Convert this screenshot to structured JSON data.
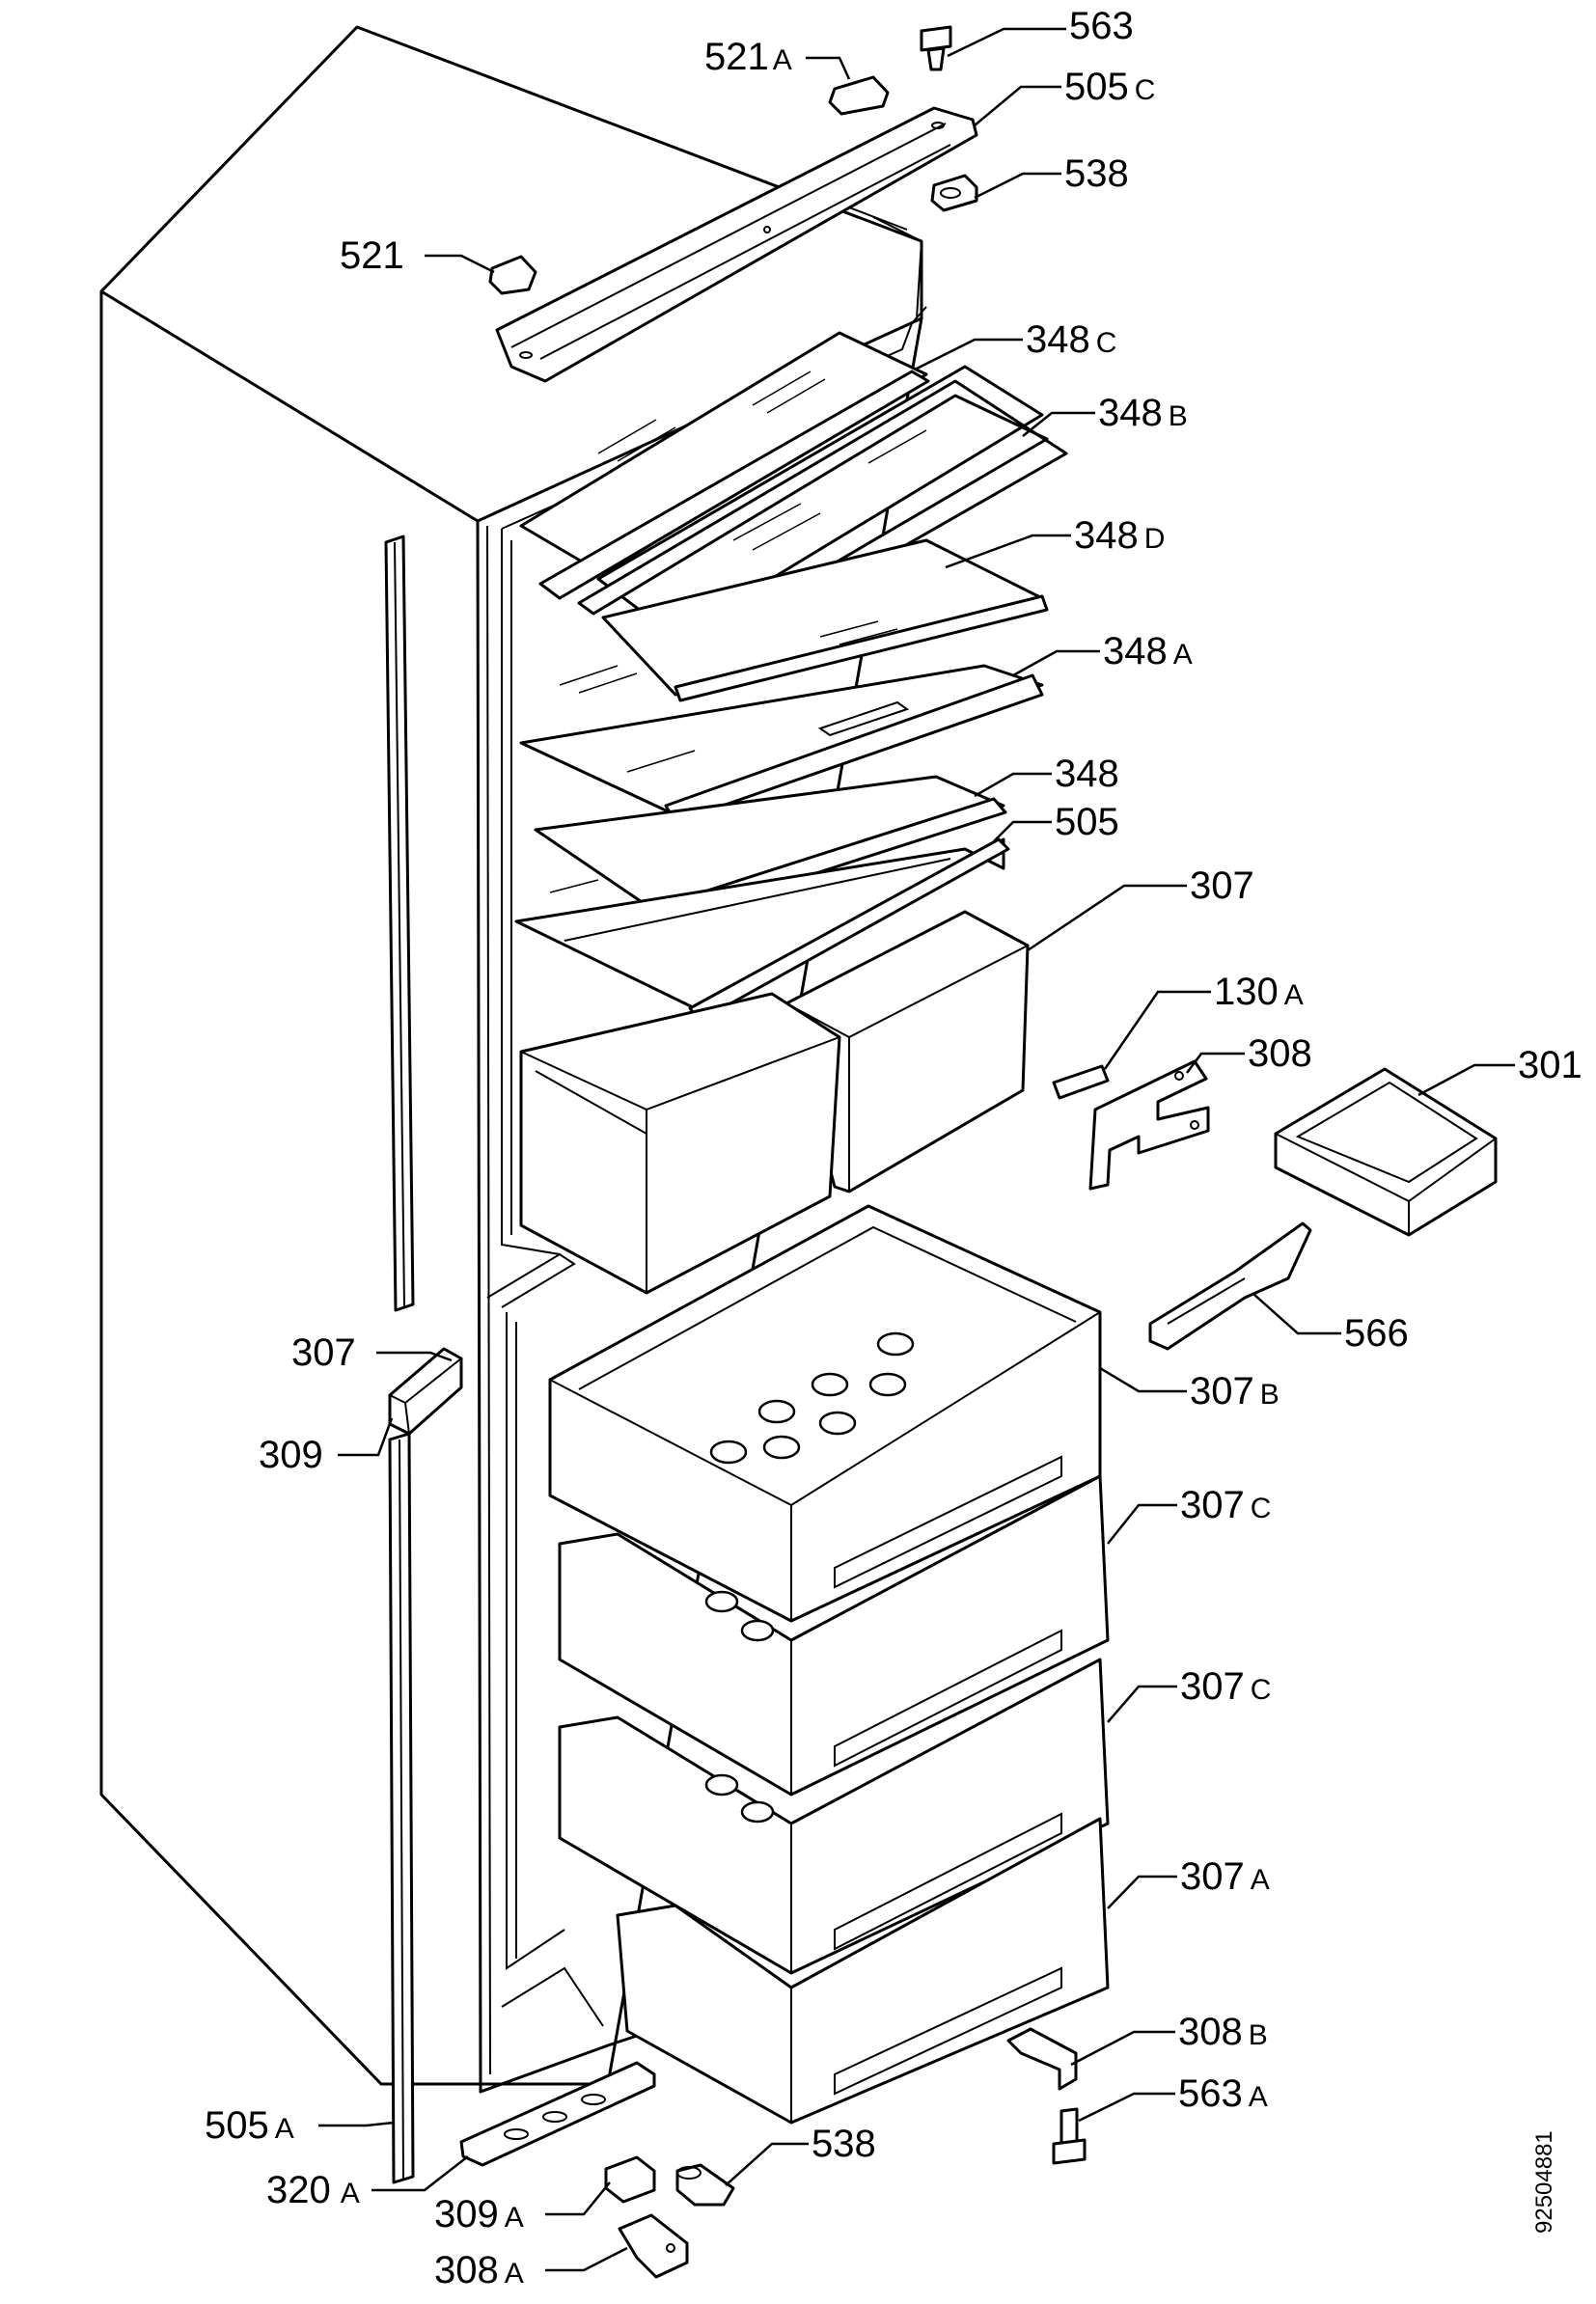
{
  "drawing_number": "92504881",
  "callouts": [
    {
      "id": "c563t",
      "num": "563",
      "suffix": ""
    },
    {
      "id": "c521a",
      "num": "521",
      "suffix": "A"
    },
    {
      "id": "c505c",
      "num": "505",
      "suffix": "C"
    },
    {
      "id": "c538t",
      "num": "538",
      "suffix": ""
    },
    {
      "id": "c521",
      "num": "521",
      "suffix": ""
    },
    {
      "id": "c348c",
      "num": "348",
      "suffix": "C"
    },
    {
      "id": "c348b",
      "num": "348",
      "suffix": "B"
    },
    {
      "id": "c348d",
      "num": "348",
      "suffix": "D"
    },
    {
      "id": "c348a",
      "num": "348",
      "suffix": "A"
    },
    {
      "id": "c348",
      "num": "348",
      "suffix": ""
    },
    {
      "id": "c505",
      "num": "505",
      "suffix": ""
    },
    {
      "id": "c307r",
      "num": "307",
      "suffix": ""
    },
    {
      "id": "c130a",
      "num": "130",
      "suffix": "A"
    },
    {
      "id": "c308",
      "num": "308",
      "suffix": ""
    },
    {
      "id": "c301",
      "num": "301",
      "suffix": ""
    },
    {
      "id": "c566",
      "num": "566",
      "suffix": ""
    },
    {
      "id": "c307l",
      "num": "307",
      "suffix": ""
    },
    {
      "id": "c307b",
      "num": "307",
      "suffix": "B"
    },
    {
      "id": "c309",
      "num": "309",
      "suffix": ""
    },
    {
      "id": "c307c1",
      "num": "307",
      "suffix": "C"
    },
    {
      "id": "c307c2",
      "num": "307",
      "suffix": "C"
    },
    {
      "id": "c307a",
      "num": "307",
      "suffix": "A"
    },
    {
      "id": "c308b",
      "num": "308",
      "suffix": "B"
    },
    {
      "id": "c563a",
      "num": "563",
      "suffix": "A"
    },
    {
      "id": "c505a",
      "num": "505",
      "suffix": "A"
    },
    {
      "id": "c320a",
      "num": "320",
      "suffix": "A"
    },
    {
      "id": "c538b",
      "num": "538",
      "suffix": ""
    },
    {
      "id": "c309a",
      "num": "309",
      "suffix": "A"
    },
    {
      "id": "c308a",
      "num": "308",
      "suffix": "A"
    }
  ]
}
